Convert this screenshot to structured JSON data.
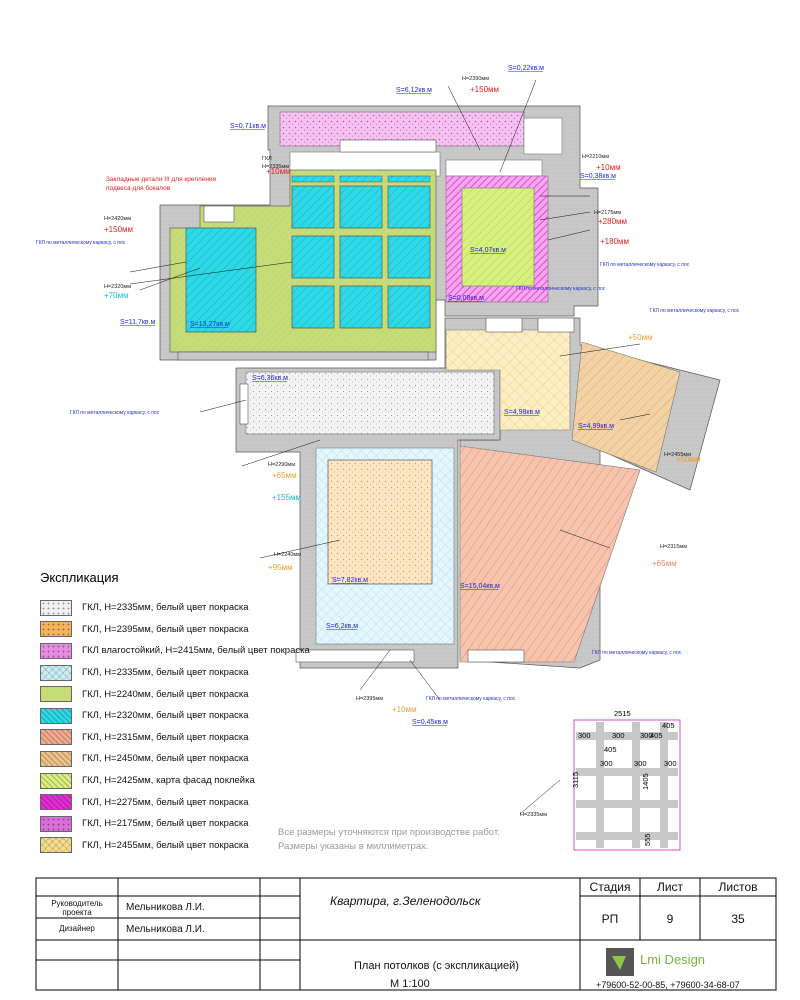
{
  "colors": {
    "wall": "#c4c4c4",
    "white_gkl": "#f1f1f1",
    "orange": "#f5b35b",
    "pink_moist": "#e58ce2",
    "lightblue": "#c9eef6",
    "green": "#c6dc78",
    "cyan": "#2ed9e6",
    "salmon": "#f2a98c",
    "tan": "#edc28a",
    "lime": "#d8f07e",
    "magenta": "#e62bd4",
    "purple": "#d96fd9",
    "yellow": "#f7dc8c",
    "annotation_blue": "#1f2bd0",
    "annotation_red": "#e62020"
  },
  "plan": {
    "areas": [
      {
        "id": "corridor-top",
        "label": "S=6,12кв.м"
      },
      {
        "id": "alcove",
        "label": "S=0,22кв.м"
      },
      {
        "id": "niche",
        "label": "S=0,71кв.м"
      },
      {
        "id": "wardrobe",
        "label": "S=0,38кв.м"
      },
      {
        "id": "bathroom",
        "label": "S=4,07кв.м"
      },
      {
        "id": "kitchen",
        "label": "S=11,7кв.м"
      },
      {
        "id": "kitchen-inner",
        "label": "S=13,27кв.м"
      },
      {
        "id": "hall",
        "label": "S=6,36кв.м"
      },
      {
        "id": "bath-edge",
        "label": "S=0,08кв.м"
      },
      {
        "id": "hall2",
        "label": "S=4,98кв.м"
      },
      {
        "id": "balcony",
        "label": "S=4,99кв.м"
      },
      {
        "id": "room-inner",
        "label": "S=7,82кв.м"
      },
      {
        "id": "room-outer",
        "label": "S=6,2кв.м"
      },
      {
        "id": "bedroom",
        "label": "S=15,04кв.м"
      },
      {
        "id": "door",
        "label": "S=0,45кв.м"
      }
    ],
    "heights": [
      {
        "id": "h-top",
        "label": "+150мм"
      },
      {
        "id": "h-corr",
        "label": "+10мм"
      },
      {
        "id": "h-wardrobe",
        "label": "+10мм"
      },
      {
        "id": "h-bath",
        "label": "+280мм"
      },
      {
        "id": "h-bath2",
        "label": "+180мм"
      },
      {
        "id": "h-kitchen",
        "label": "+150мм"
      },
      {
        "id": "h-kitchen2",
        "label": "+70мм"
      },
      {
        "id": "h-hall2",
        "label": "+50мм"
      },
      {
        "id": "h-balcony",
        "label": "+50мм"
      },
      {
        "id": "h-room",
        "label": "+65мм"
      },
      {
        "id": "h-room2",
        "label": "+155мм"
      },
      {
        "id": "h-room3",
        "label": "+95мм"
      },
      {
        "id": "h-bed",
        "label": "+65мм"
      },
      {
        "id": "h-door",
        "label": "+10мм"
      }
    ],
    "marks": [
      {
        "id": "m1",
        "label": "ГКЛ"
      },
      {
        "id": "m2",
        "label": "Н=2335мм"
      },
      {
        "id": "m3",
        "label": "Н=2390мм"
      },
      {
        "id": "m4",
        "label": "Н=2210мм"
      },
      {
        "id": "m5",
        "label": "Н=2175мм"
      },
      {
        "id": "m6",
        "label": "Н=2420мм"
      },
      {
        "id": "m7",
        "label": "Н=2320мм"
      },
      {
        "id": "m8",
        "label": "Н=2290мм"
      },
      {
        "id": "m9",
        "label": "Н=2455мм"
      },
      {
        "id": "m10",
        "label": "Н=2315мм"
      },
      {
        "id": "m11",
        "label": "Н=2240мм"
      },
      {
        "id": "m12",
        "label": "Н=2395мм"
      },
      {
        "id": "m13",
        "label": "Н=2335мм"
      }
    ],
    "red_note": "Закладные детали III для крепления подвеса для бокалов",
    "leader_note": "ГКЛ по металлическому каркасу, с последующей окраской в белый цвет"
  },
  "detail": {
    "dims": [
      "2515",
      "405",
      "300",
      "405",
      "405",
      "300",
      "300",
      "300",
      "300",
      "300",
      "1405",
      "3115",
      "555"
    ]
  },
  "legend": {
    "title": "Экспликация",
    "items": [
      {
        "label": "ГКЛ, Н=2335мм, белый цвет покраска",
        "color": "#f1f1f1",
        "pattern": "dots"
      },
      {
        "label": "ГКЛ, Н=2395мм,  белый цвет покраска",
        "color": "#f5b35b",
        "pattern": "dots"
      },
      {
        "label": "ГКЛ влагостойкий,  Н=2415мм, белый цвет покраска",
        "color": "#e58ce2",
        "pattern": "dots"
      },
      {
        "label": "ГКЛ, Н=2335мм, белый цвет покраска",
        "color": "#c9eef6",
        "pattern": "cross"
      },
      {
        "label": "ГКЛ, Н=2240мм, белый цвет покраска",
        "color": "#c6dc78",
        "pattern": "plain"
      },
      {
        "label": "ГКЛ, Н=2320мм, белый цвет покраска",
        "color": "#2ed9e6",
        "pattern": "hatch"
      },
      {
        "label": "ГКЛ, Н=2315мм, белый цвет покраска",
        "color": "#f2a98c",
        "pattern": "hatch"
      },
      {
        "label": "ГКЛ, Н=2450мм, белый цвет покраска",
        "color": "#edc28a",
        "pattern": "hatch"
      },
      {
        "label": "ГКЛ, Н=2425мм, карта фасад поклейка",
        "color": "#d8f07e",
        "pattern": "hatch"
      },
      {
        "label": "ГКЛ, Н=2275мм, белый цвет покраска",
        "color": "#e62bd4",
        "pattern": "hatch"
      },
      {
        "label": "ГКЛ, Н=2175мм, белый цвет покраска",
        "color": "#d96fd9",
        "pattern": "dots"
      },
      {
        "label": "ГКЛ, Н=2455мм, белый цвет покраска",
        "color": "#f7dc8c",
        "pattern": "cross"
      }
    ]
  },
  "notes": {
    "line1": "Все размеры уточняются при производстве работ.",
    "line2": "Размеры указаны в миллиметрах."
  },
  "titleblock": {
    "role1": "Руководитель проекта",
    "role2": "Дизайнер",
    "name1": "Мельникова Л.И.",
    "name2": "Мельникова Л.И.",
    "project": "Квартира, г.Зеленодольск",
    "sheet_title": "План потолков (с экспликацией)",
    "scale": "М 1:100",
    "stage_h": "Стадия",
    "sheet_h": "Лист",
    "sheets_h": "Листов",
    "stage": "РП",
    "sheet": "9",
    "sheets": "35",
    "brand": "Lmi Design",
    "contacts": "+79600-52-00-85, +79600-34-68-07"
  }
}
